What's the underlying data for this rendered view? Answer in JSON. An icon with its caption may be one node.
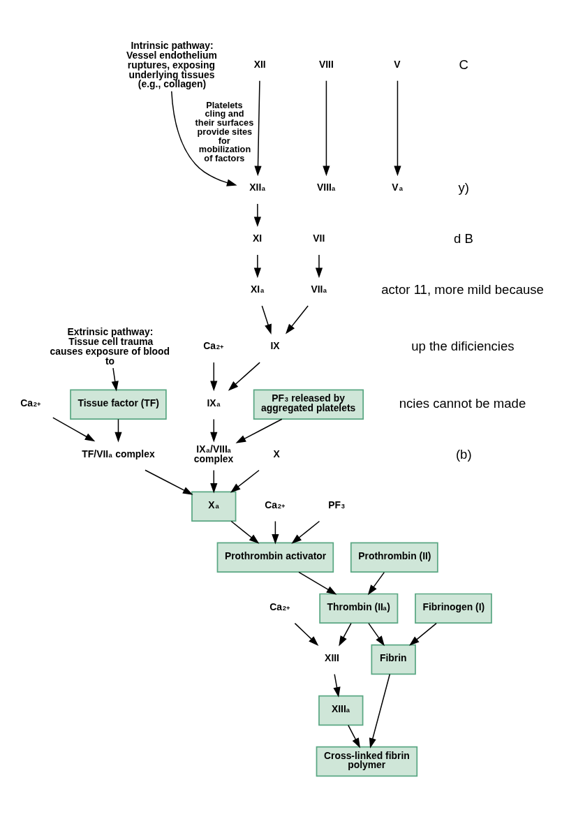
{
  "diagram": {
    "nodes": [
      {
        "text": [
          "Intrinsic pathway:",
          "Vessel endothelium ruptures, exposing underlying tissues (e.g., collagen)"
        ]
      },
      {
        "text": [
          "Extrinsic pathway:",
          "Tissue cell trauma causes exposure of blood to"
        ]
      },
      {
        "text": [
          "Tissue factor (TF)"
        ]
      },
      {
        "text": [
          "XII"
        ]
      },
      {
        "text": [
          "XII$_{a}$"
        ]
      },
      {
        "text": [
          "XI"
        ]
      },
      {
        "text": [
          "XI$_{a}$"
        ]
      },
      {
        "text": [
          "IX"
        ]
      },
      {
        "text": [
          "IX$_{a}$"
        ]
      },
      {
        "text": [
          "Ca$^{2+}$"
        ]
      },
      {
        "text": [
          "Ca$^{2+}$"
        ]
      },
      {
        "text": [
          "VII"
        ]
      },
      {
        "text": [
          "VII$_{a}$"
        ]
      },
      {
        "text": [
          "PF$_{3}$ released by aggregated platelets"
        ]
      },
      {
        "text": [
          "VIII"
        ]
      },
      {
        "text": [
          "VIII$_{a}$"
        ]
      },
      {
        "text": [
          "IX$_{a}$/VIII$_{a}$ complex"
        ]
      },
      {
        "text": [
          "TF/VII$_{a}$ complex"
        ]
      },
      {
        "text": [
          "X"
        ]
      },
      {
        "text": [
          "X$_{a}$"
        ]
      },
      {
        "text": [
          "Ca$^{2+}$"
        ]
      },
      {
        "text": [
          "PF$_{3}$"
        ]
      },
      {
        "text": [
          "V"
        ]
      },
      {
        "text": [
          "V$_{a}$"
        ]
      },
      {
        "text": [
          "Prothrombin activator"
        ]
      },
      {
        "text": [
          "Prothrombin (II)"
        ]
      },
      {
        "text": [
          "Thrombin (II$_{a}$)"
        ]
      },
      {
        "text": [
          "Ca$^{2+}$"
        ]
      },
      {
        "text": [
          "XIII"
        ]
      },
      {
        "text": [
          "XIII$_{a}$"
        ]
      },
      {
        "text": [
          "Fibrinogen (I)"
        ]
      },
      {
        "text": [
          "Fibrin"
        ]
      },
      {
        "text": [
          "Cross-linked fibrin polymer"
        ]
      }
    ],
    "edges": [
      {
        "from": 0,
        "to": 4,
        "arrow": "to",
        "label": "Platelets cling and their surfaces provide sites for mobilization of factors"
      },
      {
        "from": 3,
        "to": 4,
        "arrow": "to"
      },
      {
        "from": 4,
        "to": 5,
        "arrow": "to"
      },
      {
        "from": 5,
        "to": 6,
        "arrow": "to"
      },
      {
        "from": 6,
        "to": 7,
        "arrow": "to"
      },
      {
        "from": 12,
        "to": 7,
        "arrow": "to"
      },
      {
        "from": 9,
        "to": 8,
        "arrow": "to"
      },
      {
        "from": 7,
        "to": 8,
        "arrow": "to"
      },
      {
        "from": 1,
        "to": 2,
        "arrow": "to"
      },
      {
        "from": 2,
        "to": 17,
        "arrow": "to"
      },
      {
        "from": 10,
        "to": 17,
        "arrow": "to"
      },
      {
        "from": 11,
        "to": 12,
        "arrow": "to"
      },
      {
        "from": 8,
        "to": 16,
        "arrow": "to"
      },
      {
        "from": 13,
        "to": 16,
        "arrow": "to"
      },
      {
        "from": 14,
        "to": 15,
        "arrow": "to"
      },
      {
        "from": 16,
        "to": 19,
        "arrow": "to"
      },
      {
        "from": 17,
        "to": 19,
        "arrow": "to"
      },
      {
        "from": 18,
        "to": 19,
        "arrow": "to"
      },
      {
        "from": 19,
        "to": 24,
        "arrow": "to"
      },
      {
        "from": 20,
        "to": 24,
        "arrow": "to"
      },
      {
        "from": 21,
        "to": 24,
        "arrow": "to"
      },
      {
        "from": 22,
        "to": 23,
        "arrow": "to"
      },
      {
        "from": 24,
        "to": 26,
        "arrow": "to"
      },
      {
        "from": 25,
        "to": 26,
        "arrow": "to"
      },
      {
        "from": 26,
        "to": 31,
        "arrow": "to"
      },
      {
        "from": 26,
        "to": 28,
        "arrow": "to"
      },
      {
        "from": 27,
        "to": 28,
        "arrow": "to"
      },
      {
        "from": 28,
        "to": 29,
        "arrow": "to"
      },
      {
        "from": 30,
        "to": 31,
        "arrow": "to"
      },
      {
        "from": 31,
        "to": 32,
        "arrow": "to"
      },
      {
        "from": 29,
        "to": 32,
        "arrow": "to"
      }
    ],
    "labels": [
      "C",
      "y)",
      "d B",
      "actor 11, more mild because",
      "up the dificiencies",
      "ncies cannot be made",
      "(b)"
    ]
  }
}
